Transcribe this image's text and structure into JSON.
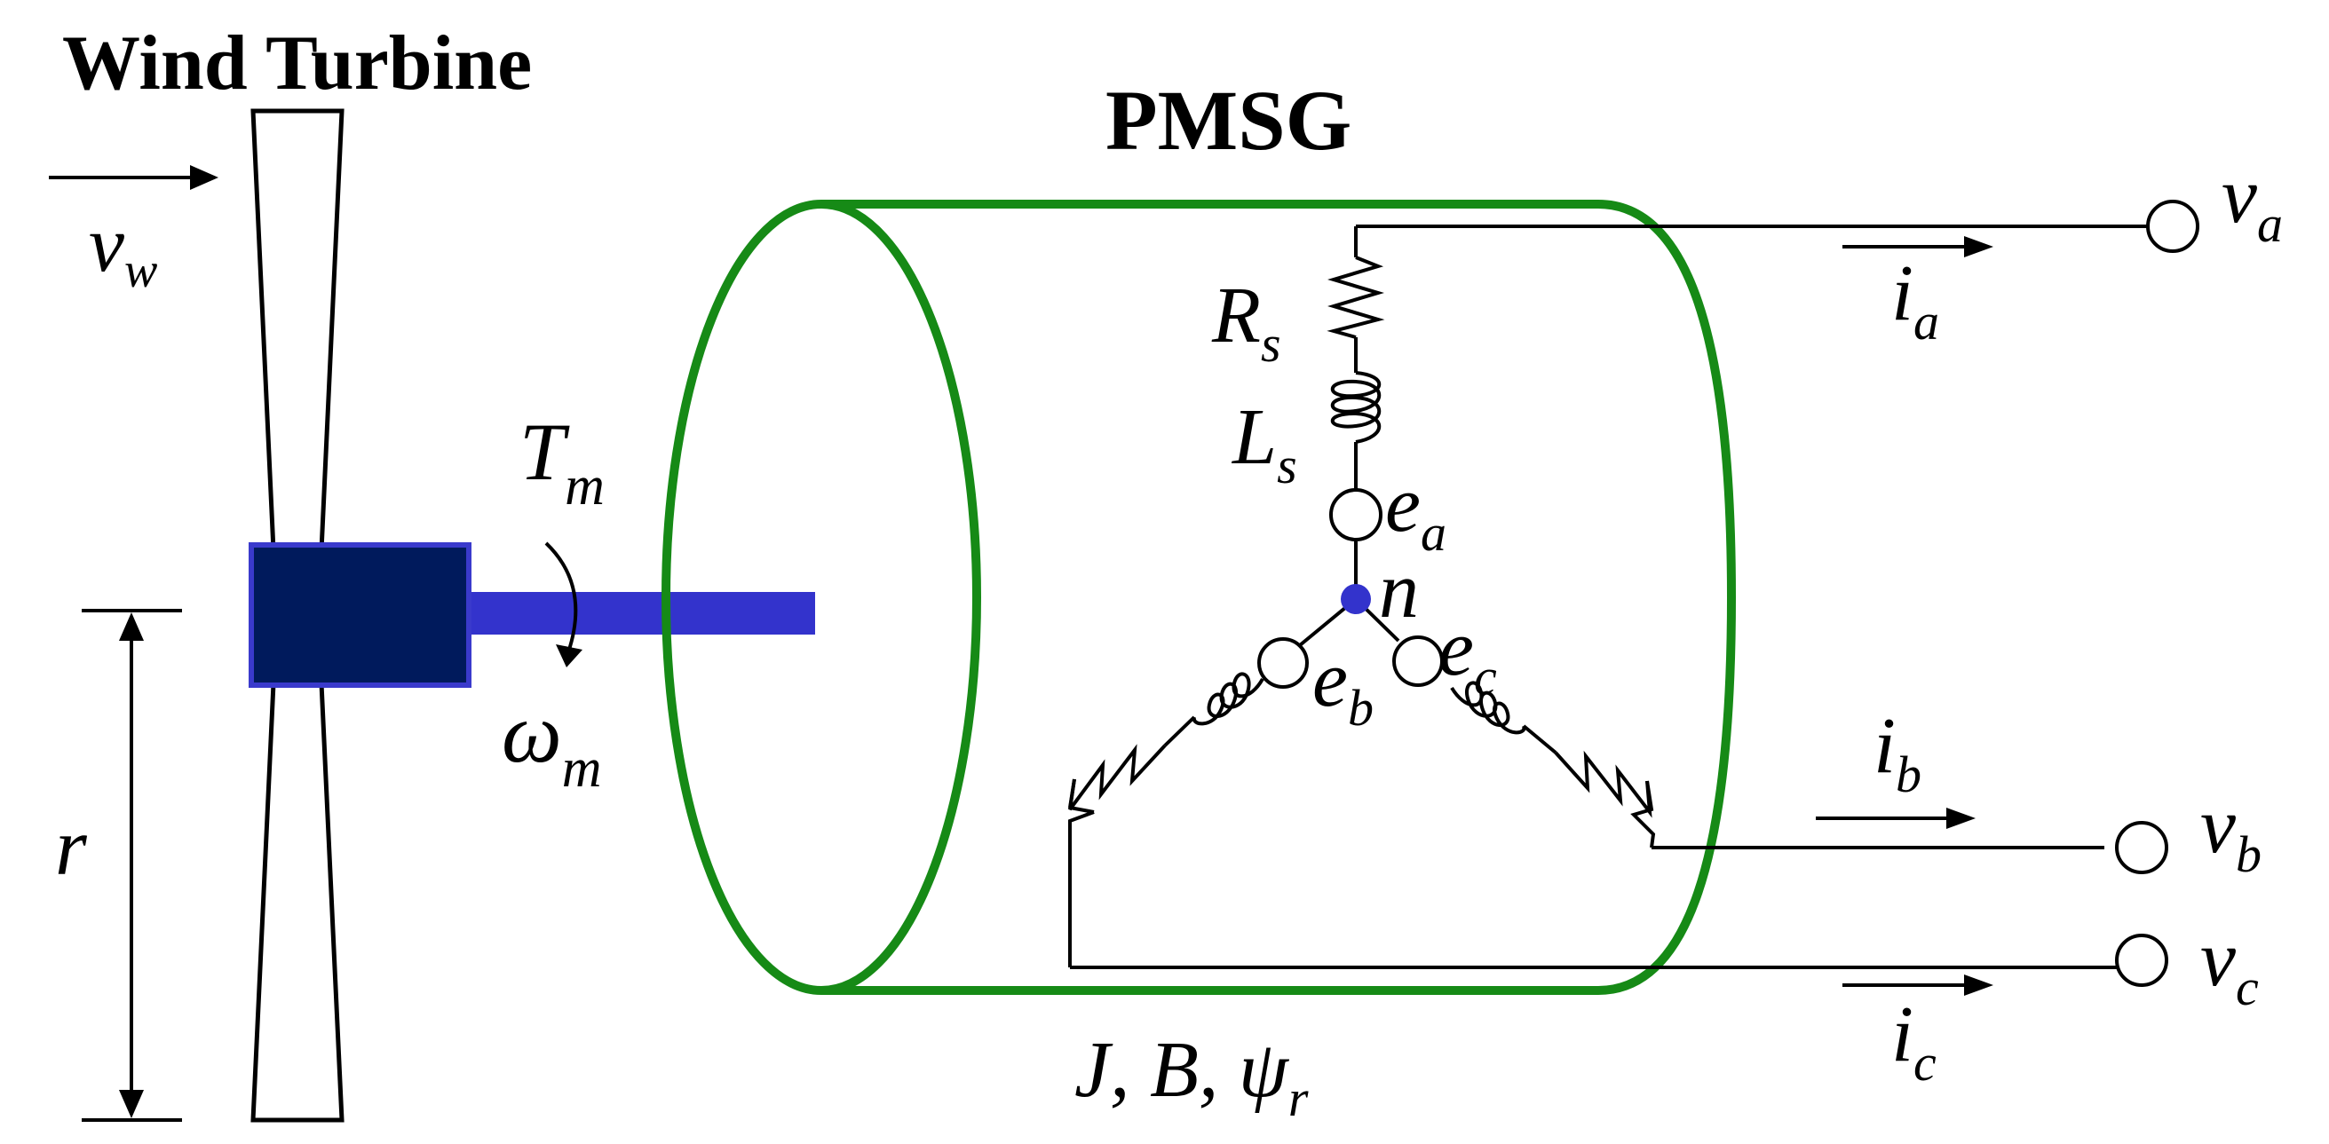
{
  "titles": {
    "wind_turbine": "Wind Turbine",
    "pmsg": "PMSG"
  },
  "symbols": {
    "wind_speed": {
      "main": "v",
      "sub": "w"
    },
    "torque": {
      "main": "T",
      "sub": "m"
    },
    "omega": {
      "main": "ω",
      "sub": "m"
    },
    "radius": {
      "main": "r"
    },
    "resistance": {
      "main": "R",
      "sub": "s"
    },
    "inductance": {
      "main": "L",
      "sub": "s"
    },
    "emf_a": {
      "main": "e",
      "sub": "a"
    },
    "emf_b": {
      "main": "e",
      "sub": "b"
    },
    "emf_c": {
      "main": "e",
      "sub": "c"
    },
    "neutral": {
      "main": "n"
    },
    "volt_a": {
      "main": "v",
      "sub": "a"
    },
    "volt_b": {
      "main": "v",
      "sub": "b"
    },
    "volt_c": {
      "main": "v",
      "sub": "c"
    },
    "curr_a": {
      "main": "i",
      "sub": "a"
    },
    "curr_b": {
      "main": "i",
      "sub": "b"
    },
    "curr_c": {
      "main": "i",
      "sub": "c"
    },
    "params": {
      "main": "J, B, ψ",
      "sub": "r"
    }
  },
  "colors": {
    "line": "#000000",
    "generator": "#168a16",
    "hub": "#001a5c",
    "hub_border": "#3a3acc",
    "shaft": "#3333cc",
    "neutral_dot": "#3333cc"
  }
}
